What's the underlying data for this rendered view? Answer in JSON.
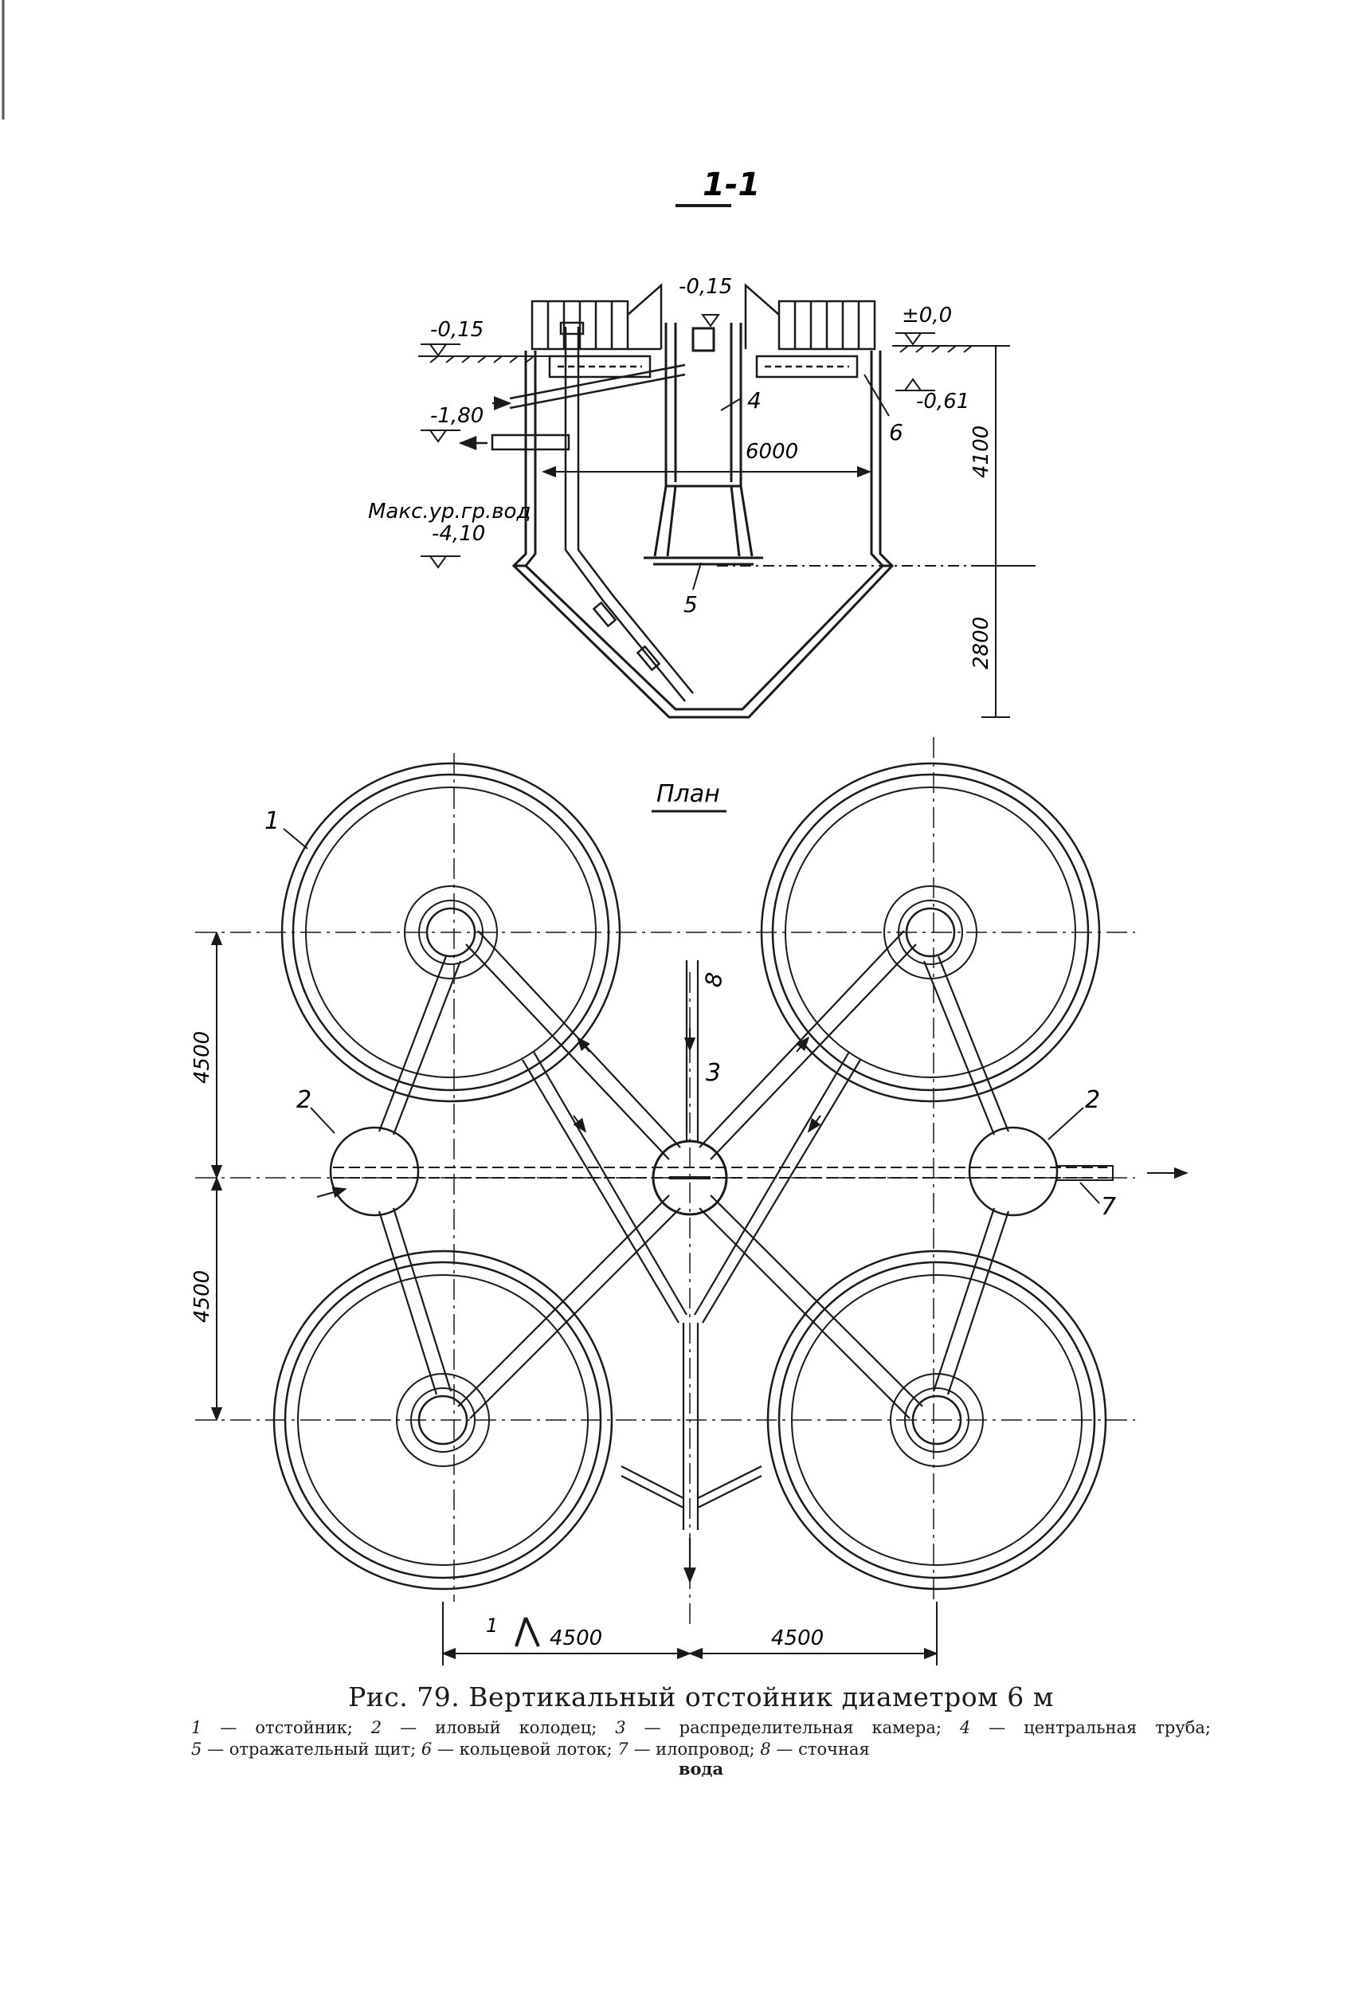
{
  "section": {
    "title": "1-1",
    "elev_left": "-0,15",
    "elev_center": "-0,15",
    "elev_right": "±0,0",
    "elev_tray": "-0,61",
    "elev_pipe": "-1,80",
    "groundwater_label": "Макс.ур.гр.вод",
    "groundwater_elev": "-4,10",
    "dim_diameter": "6000",
    "dim_upper": "4100",
    "dim_cone": "2800",
    "callout_4": "4",
    "callout_5": "5",
    "callout_6": "6"
  },
  "plan": {
    "title": "План",
    "dim_top": "4500",
    "dim_bottom": "4500",
    "dim_left": "4500",
    "dim_right": "4500",
    "callout_1": "1",
    "callout_2_left": "2",
    "callout_2_right": "2",
    "callout_3": "3",
    "callout_7": "7",
    "callout_8": "8",
    "section_mark": "1"
  },
  "caption": {
    "title": "Рис. 79. Вертикальный отстойник диаметром 6 м",
    "legend": [
      {
        "num": "1",
        "text": "— отстойник;"
      },
      {
        "num": "2",
        "text": "— иловый колодец;"
      },
      {
        "num": "3",
        "text": "— распределительная камера;"
      },
      {
        "num": "4",
        "text": "— центральная"
      },
      {
        "num": "",
        "text": "труба;"
      },
      {
        "num": "5",
        "text": "— отражательный щит;"
      },
      {
        "num": "6",
        "text": "— кольцевой лоток;"
      },
      {
        "num": "7",
        "text": "— илопровод;"
      },
      {
        "num": "8",
        "text": "— сточная"
      }
    ],
    "tail": "вода"
  }
}
